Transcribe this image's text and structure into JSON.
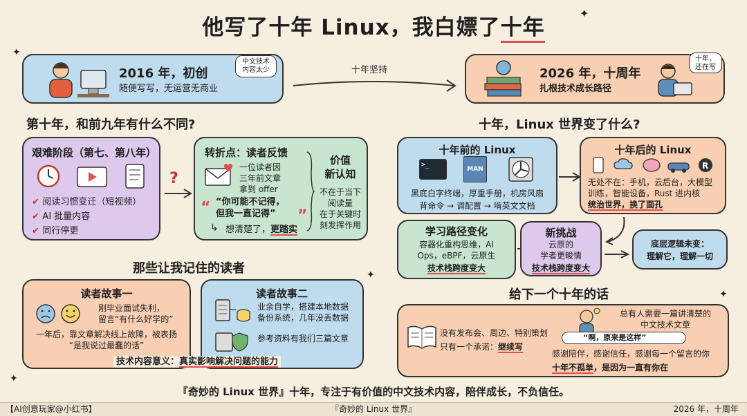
{
  "title_main": "他写了十年 Linux，我白嫖了",
  "title_tail": "十年",
  "start_box": {
    "title": "2016 年，初创",
    "subtitle": "随便写写，无运营无商业",
    "bubble": "中文技术\n内容太少"
  },
  "arrow_label": "十年坚持",
  "end_box": {
    "title": "2026 年，十周年",
    "subtitle": "扎根技术成长路径",
    "bubble": "十年，\n还在写"
  },
  "left_heading": "第十年，和前九年有什么不同?",
  "hard_box": {
    "title": "艰难阶段（第七、第八年）",
    "items": [
      "阅读习惯变迁（短视频）",
      "AI 批量内容",
      "同行停更"
    ]
  },
  "turn_box": {
    "title": "转折点：读者反馈",
    "reader_text": "一位读者因\n三年前文章\n拿到 offer",
    "quote": "“你可能不记得，\n但我一直记得”",
    "conclusion_prefix": "想清楚了，",
    "conclusion_mark": "更踏实",
    "value_title": "价值\n新认知",
    "value_text": "不在于当下\n阅读量\n在于关键时\n刻发挥作用"
  },
  "readers_heading": "那些让我记住的读者",
  "story1": {
    "title": "读者故事一",
    "text1": "刚毕业面试失利，\n留言“有什么好学的”",
    "text2": "一年后，靠文章解决线上故障，被表扬\n“是我说过最蠢的话”"
  },
  "story2": {
    "title": "读者故事二",
    "text1": "业余自学，搭建本地数据\n备份系统，几年没丢数据",
    "text2": "参考资料有我们三篇文章"
  },
  "story_meaning_prefix": "技术内容意义：",
  "story_meaning_mark": "真实影响解决问题的能力",
  "right_heading": "十年，Linux 世界变了什么?",
  "before_box": {
    "title": "十年前的 Linux",
    "text1": "黑底白字终端，厚重手册，机房风扇",
    "text2": "背命令 → 调配置 → 啃英文文档",
    "manual_label": "MAN"
  },
  "after_box": {
    "title": "十年后的 Linux",
    "text_prefix": "无处不在：手机，云后台，大模型\n训练，智能设备，Rust 进内核\n",
    "text_mark": "统治世界，换了面孔"
  },
  "path_box": {
    "title": "学习路径变化",
    "text": "容器化重构思维，AI\nOps，eBPF，云原生",
    "mark": "技术栈跨度变大"
  },
  "challenge_box": {
    "title": "新挑战",
    "text": "云原的\n学者更畯情",
    "mark": "技术栈跨度变大"
  },
  "logic_box": {
    "text": "底层逻辑未变：\n理解它，理解一切"
  },
  "next_heading": "给下一个十年的话",
  "next_box": {
    "left_text": "没有发布会、周边、特别策划",
    "promise_prefix": "只有一个承诺：",
    "promise_mark": "继续写",
    "right_text": "总有人需要一篇讲清楚的\n中文技术文章",
    "search_text": "“啊，原来是这样”",
    "thanks": "感谢陪伴，感谢信任，感谢每一个留言的你",
    "final_mark": "十年不孤单",
    "final_rest": "，是因为一直有你在"
  },
  "bottom_line": "『奇妙的 Linux 世界』十年，专注于有价值的中文技术内容，陪伴成长，不负信任。",
  "footer": {
    "left": "【AI创意玩家@小红书】",
    "center": "『奇妙的 Linux 世界』",
    "right": "2026 年，十周年"
  },
  "colors": {
    "blue": "#bfdcee",
    "orange": "#f8cfb2",
    "purple": "#dcc9ec",
    "green": "#c8e6cf",
    "accent_red": "#e05050"
  }
}
